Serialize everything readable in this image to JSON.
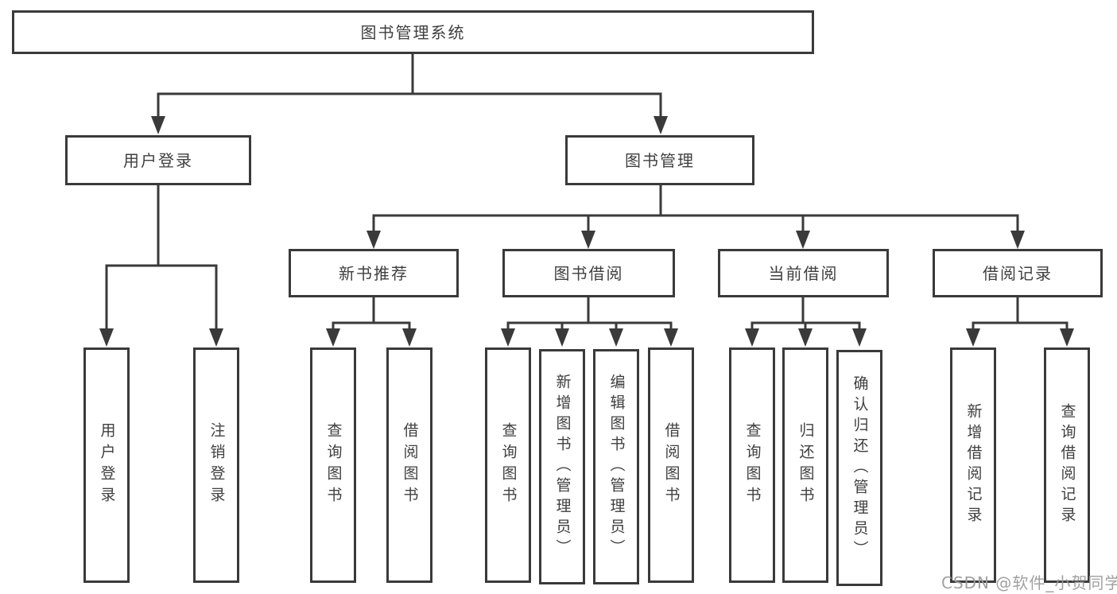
{
  "diagram": {
    "title": "图书管理系统",
    "nodes": {
      "root": "图书管理系统",
      "user_login": "用户登录",
      "book_mgmt": "图书管理",
      "new_book_rec": "新书推荐",
      "book_borrow": "图书借阅",
      "current_borrow": "当前借阅",
      "borrow_record": "借阅记录",
      "leaf_user_login": "用户登录",
      "leaf_logout": "注销登录",
      "leaf_query_book_1": "查询图书",
      "leaf_borrow_book_1": "借阅图书",
      "leaf_query_book_2": "查询图书",
      "leaf_add_book": "新增图书（管理员）",
      "leaf_edit_book": "编辑图书（管理员）",
      "leaf_borrow_book_2": "借阅图书",
      "leaf_query_book_3": "查询图书",
      "leaf_return_book": "归还图书",
      "leaf_confirm_return": "确认归还（管理员）",
      "leaf_add_record": "新增借阅记录",
      "leaf_query_record": "查询借阅记录"
    },
    "colors": {
      "line": "#3a3a3a",
      "text": "#3f3f3f",
      "node_fill": "#ffffff",
      "watermark": "#9b9b9b",
      "background": "#ffffff"
    }
  },
  "watermark": "CSDN @软件_小贺同学"
}
